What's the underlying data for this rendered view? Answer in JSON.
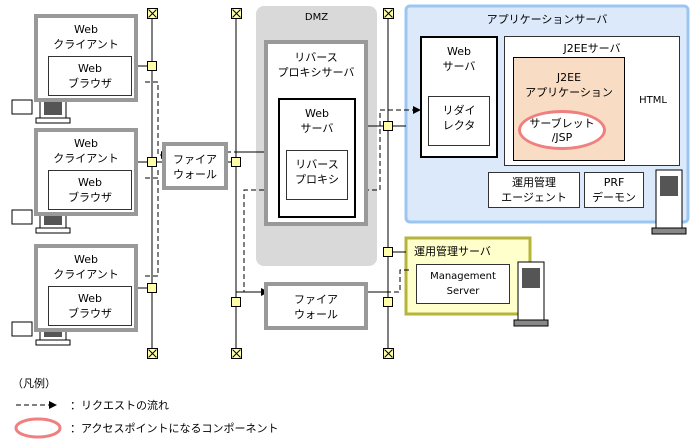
{
  "clients": [
    {
      "pc_line1": "Web",
      "pc_line2": "クライアント",
      "browser_line1": "Web",
      "browser_line2": "ブラウザ"
    },
    {
      "pc_line1": "Web",
      "pc_line2": "クライアント",
      "browser_line1": "Web",
      "browser_line2": "ブラウザ"
    },
    {
      "pc_line1": "Web",
      "pc_line2": "クライアント",
      "browser_line1": "Web",
      "browser_line2": "ブラウザ"
    }
  ],
  "firewall1": {
    "line1": "ファイア",
    "line2": "ウォール"
  },
  "dmz": {
    "label": "DMZ",
    "reverse_proxy_server": {
      "line1": "リバース",
      "line2": "プロキシサーバ"
    },
    "web_server": {
      "line1": "Web",
      "line2": "サーバ"
    },
    "reverse_proxy": {
      "line1": "リバース",
      "line2": "プロキシ"
    }
  },
  "firewall2": {
    "line1": "ファイア",
    "line2": "ウォール"
  },
  "app_server": {
    "label": "アプリケーションサーバ",
    "web_server": {
      "line1": "Web",
      "line2": "サーバ"
    },
    "redirector": {
      "line1": "リダイ",
      "line2": "レクタ"
    },
    "j2ee_server": "J2EEサーバ",
    "j2ee_app": {
      "line1": "J2EE",
      "line2": "アプリケーション"
    },
    "servlet": {
      "line1": "サーブレット",
      "line2": "/JSP"
    },
    "html": "HTML",
    "mgmt_agent": {
      "line1": "運用管理",
      "line2": "エージェント"
    },
    "prf_daemon": {
      "line1": "PRF",
      "line2": "デーモン"
    }
  },
  "mgmt_server": {
    "label": "運用管理サーバ",
    "management_server": {
      "line1": "Management",
      "line2": "Server"
    }
  },
  "legend": {
    "title": "（凡例）",
    "request_flow": "：リクエストの流れ",
    "access_point": "：アクセスポイントになるコンポーネント"
  },
  "colors": {
    "app_server_bg": "#dce9fb",
    "app_server_border": "#9cc6f2",
    "mgmt_border": "#b6b43c",
    "mgmt_bg": "#ffffcc",
    "j2ee_bg": "#f9dcc4",
    "highlight": "#f08080",
    "dmz_bg": "#d9d9d9",
    "connector": "#ffffaa"
  }
}
